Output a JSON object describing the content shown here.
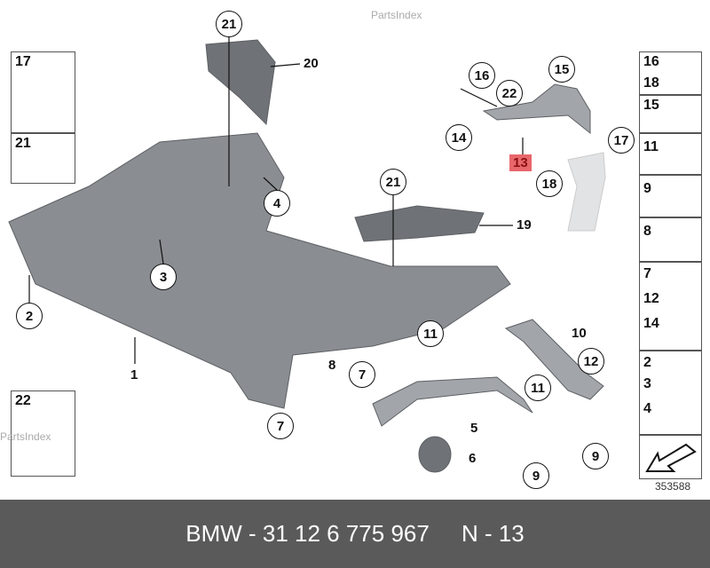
{
  "watermark": "PartsIndex",
  "callouts": {
    "c21a": "21",
    "c20": "20",
    "c4": "4",
    "c21b": "21",
    "c19": "19",
    "c3": "3",
    "c2": "2",
    "c1": "1",
    "c11a": "11",
    "c7a": "7",
    "c8": "8",
    "c7b": "7",
    "c5": "5",
    "c6": "6",
    "c11b": "11",
    "c10": "10",
    "c12": "12",
    "c9a": "9",
    "c9b": "9",
    "c16": "16",
    "c22": "22",
    "c15": "15",
    "c14": "14",
    "c17": "17",
    "c13": "13",
    "c18": "18"
  },
  "left_boxes": [
    {
      "labels": [
        "17"
      ]
    },
    {
      "labels": [
        "21"
      ]
    },
    {
      "labels": [
        "22"
      ]
    }
  ],
  "right_boxes": [
    {
      "labels": [
        "16",
        "18"
      ]
    },
    {
      "labels": [
        "15"
      ]
    },
    {
      "labels": [
        "11"
      ]
    },
    {
      "labels": [
        "9"
      ]
    },
    {
      "labels": [
        "8"
      ]
    },
    {
      "labels": [
        "7",
        "12",
        "14"
      ]
    },
    {
      "labels": [
        "2",
        "3",
        "4"
      ]
    }
  ],
  "diagram_number": "353588",
  "footer": {
    "text": "BMW - 31 12 6 775 967     N - 13"
  },
  "colors": {
    "highlight": "#e8676b",
    "footer_bg": "#5a5a5a"
  }
}
